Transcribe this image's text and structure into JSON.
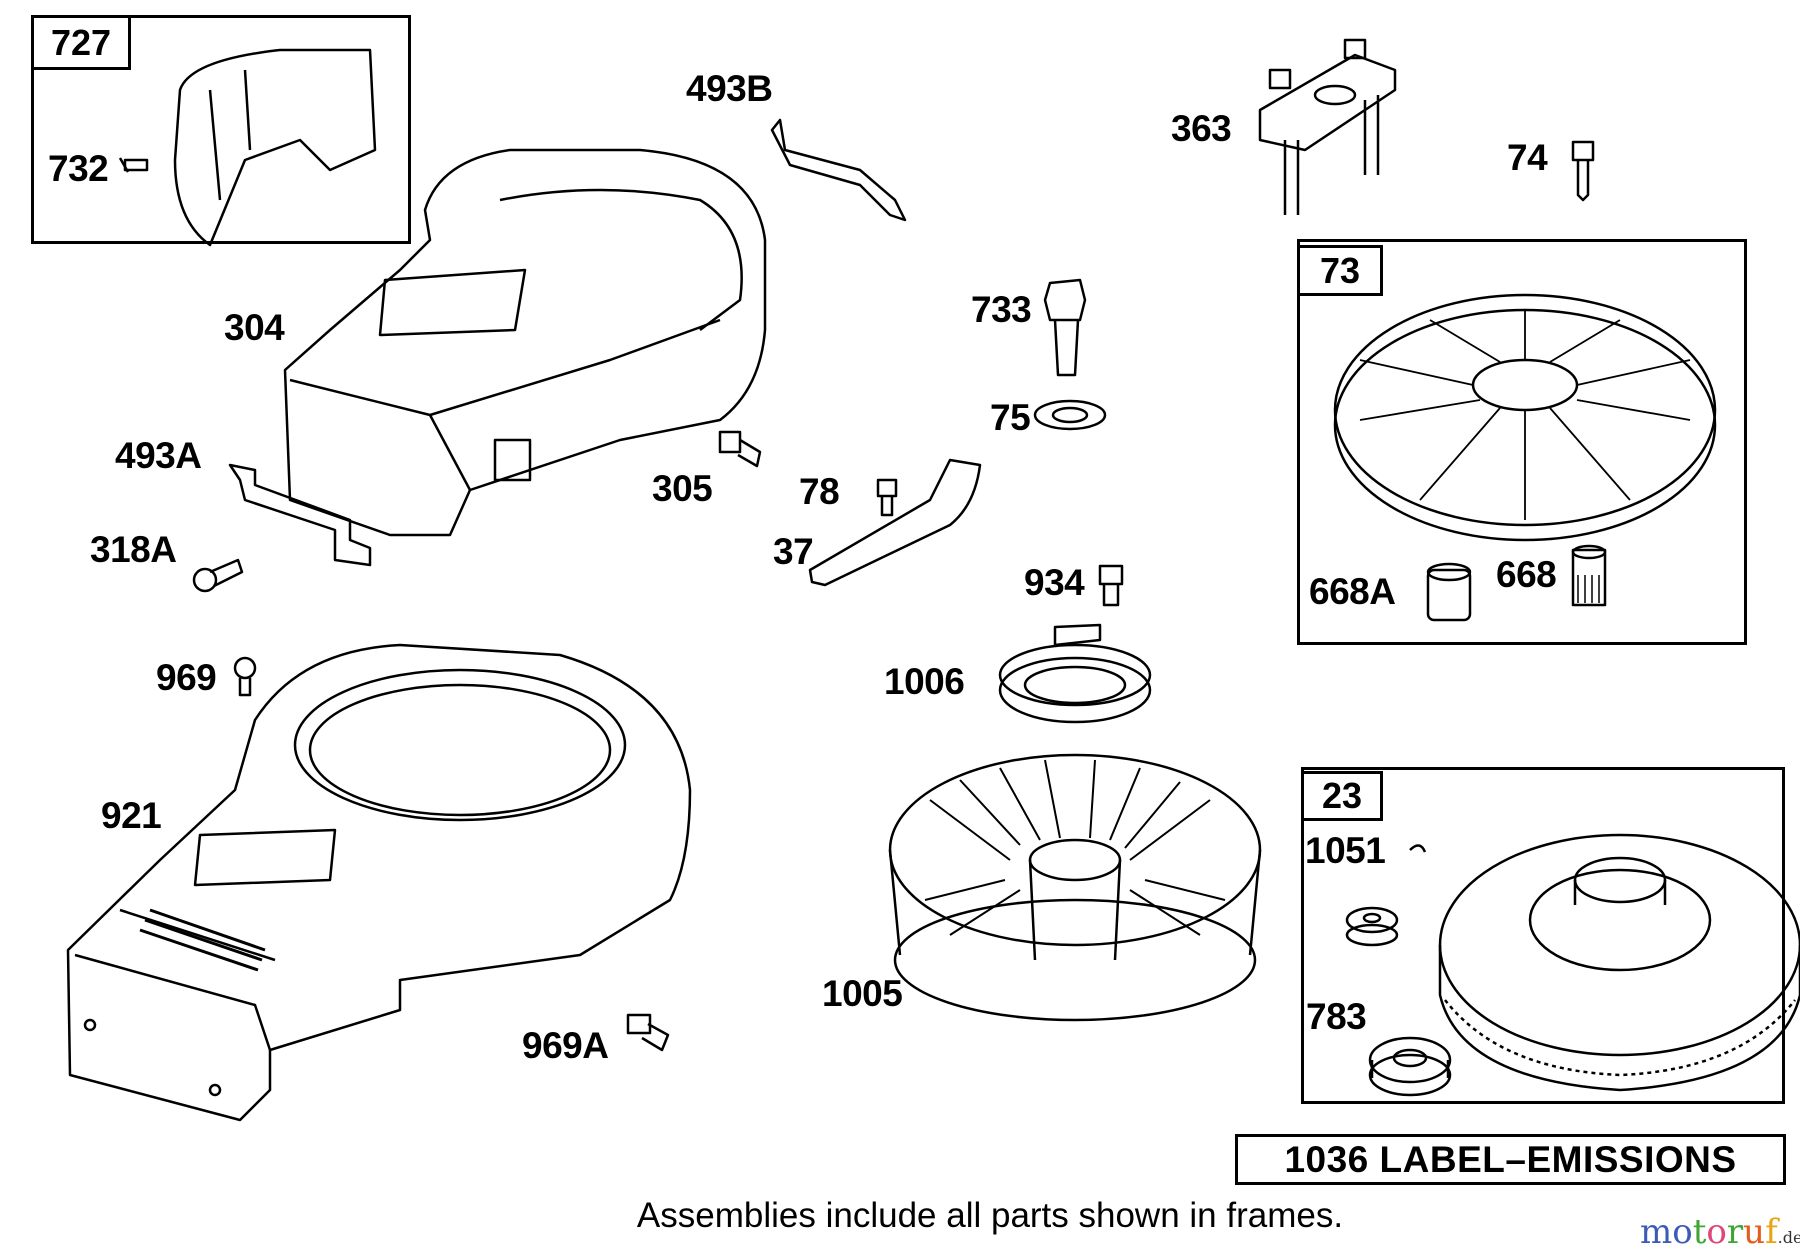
{
  "frames": {
    "f727": "727",
    "f73": "73",
    "f23": "23"
  },
  "parts": {
    "p732": "732",
    "p493B": "493B",
    "p363": "363",
    "p74": "74",
    "p304": "304",
    "p733": "733",
    "p75": "75",
    "p493A": "493A",
    "p305": "305",
    "p78": "78",
    "p37": "37",
    "p318A": "318A",
    "p934": "934",
    "p668A": "668A",
    "p668": "668",
    "p969": "969",
    "p1006": "1006",
    "p921": "921",
    "p1051": "1051",
    "p1005": "1005",
    "p783": "783",
    "p969A": "969A"
  },
  "emissions_label": "1036 LABEL–EMISSIONS",
  "caption": "Assemblies include all parts shown in frames.",
  "watermark": {
    "letters": [
      "m",
      "o",
      "t",
      "o",
      "r",
      "u",
      "f"
    ],
    "suffix": ".de",
    "colors": [
      "#3b5bb5",
      "#3b5bb5",
      "#3fa535",
      "#e0457b",
      "#3fa535",
      "#e35d1c",
      "#e8a317"
    ]
  }
}
